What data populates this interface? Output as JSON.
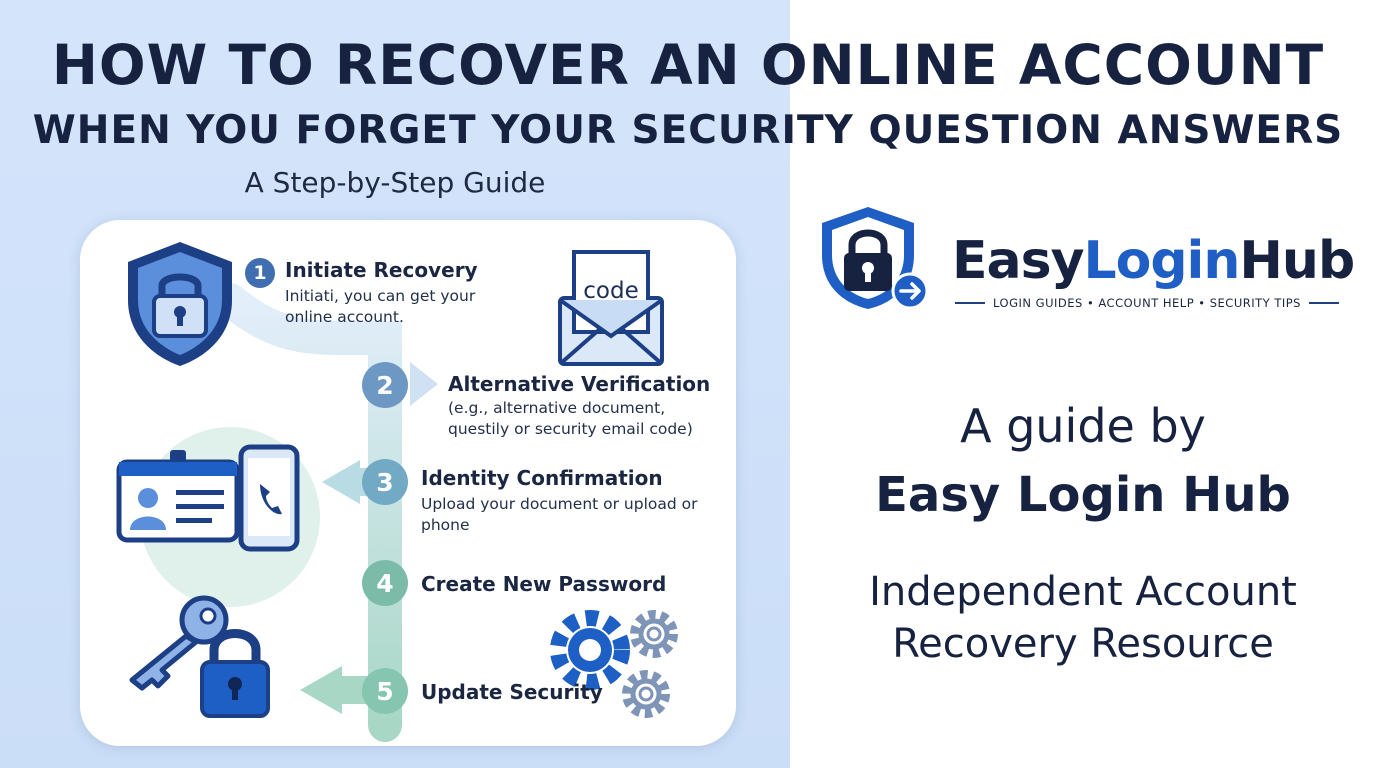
{
  "header": {
    "title_line1": "HOW TO RECOVER AN ONLINE ACCOUNT",
    "title_line2": "WHEN YOU FORGET YOUR SECURITY QUESTION ANSWERS",
    "subtitle": "A Step-by-Step Guide"
  },
  "steps": [
    {
      "number": "1",
      "title": "Initiate Recovery",
      "description": "Initiati, you can get your online account."
    },
    {
      "number": "2",
      "title": "Alternative Verification",
      "description": "(e.g., alternative document, questily or security email code)"
    },
    {
      "number": "3",
      "title": "Identity Confirmation",
      "description": "Upload your document or upload or phone"
    },
    {
      "number": "4",
      "title": "Create New Password",
      "description": ""
    },
    {
      "number": "5",
      "title": "Update Security",
      "description": ""
    }
  ],
  "illustrations": {
    "envelope_label": "code",
    "icons": [
      "shield-lock-icon",
      "envelope-code-icon",
      "id-card-icon",
      "phone-icon",
      "key-icon",
      "padlock-icon",
      "gears-icon"
    ]
  },
  "brand": {
    "name_part1": "Easy",
    "name_part2": "Login",
    "name_part3": "Hub",
    "tagline": "LOGIN GUIDES • ACCOUNT HELP • SECURITY TIPS",
    "guide_by": "A guide by",
    "guide_name": "Easy Login Hub",
    "resource_line1": "Independent Account",
    "resource_line2": "Recovery Resource"
  },
  "colors": {
    "left_background": "#cbdef8",
    "brand_blue": "#1f5fc5",
    "navy_text": "#16223f",
    "flow_teal": "#8ccab5"
  }
}
